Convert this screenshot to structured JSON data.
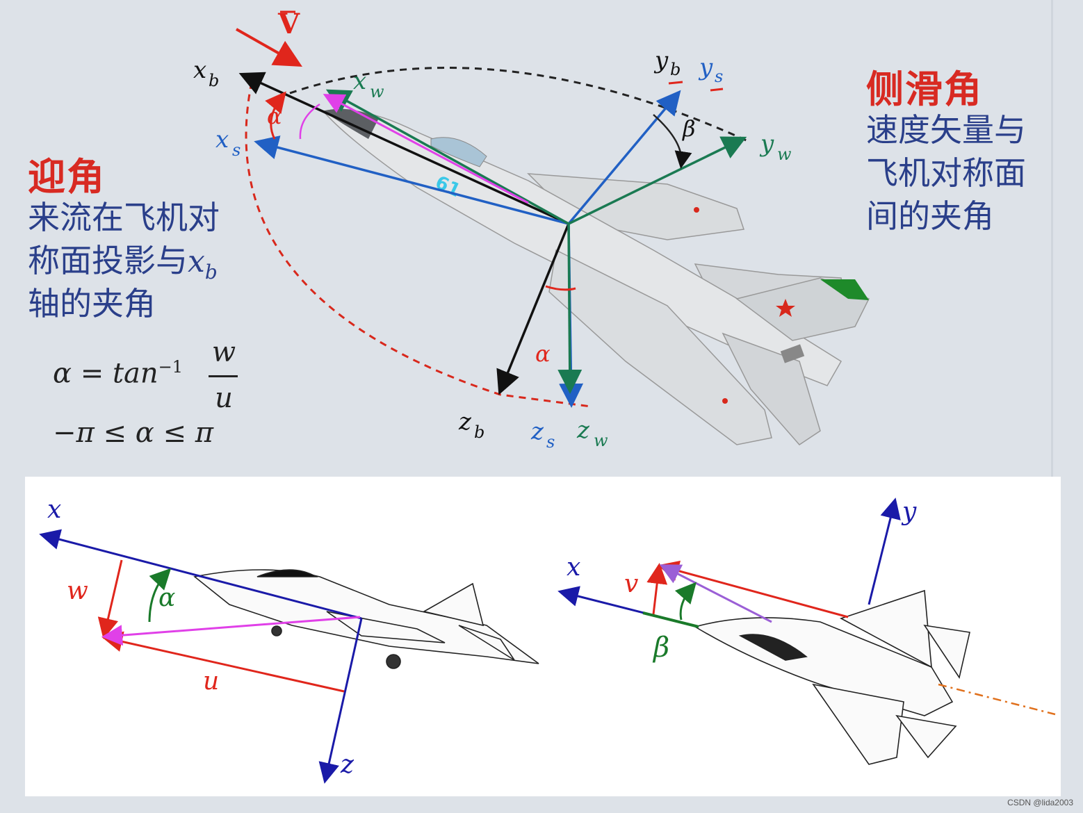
{
  "left_text": {
    "title": "迎角",
    "lines": [
      "来流在飞机对",
      "称面投影与",
      "轴的夹角"
    ],
    "xb_inline": "x",
    "xb_sub": "b"
  },
  "right_text": {
    "title": "侧滑角",
    "lines": [
      "速度矢量与",
      "飞机对称面",
      "间的夹角"
    ]
  },
  "formula": {
    "lhs": "α = tan",
    "exp": "−1",
    "num": "w",
    "den": "u",
    "range": "−π ≤ α ≤ π"
  },
  "top_labels": {
    "V": "V",
    "xb": "x",
    "xb_sub": "b",
    "xw": "x",
    "xw_sub": "w",
    "xs": "x",
    "xs_sub": "s",
    "yb": "y",
    "yb_sub": "b",
    "ys": "y",
    "ys_sub": "s",
    "yw": "y",
    "yw_sub": "w",
    "zb": "z",
    "zb_sub": "b",
    "zs": "z",
    "zs_sub": "s",
    "zw": "z",
    "zw_sub": "w",
    "alpha": "α",
    "alpha2": "α",
    "beta": "β",
    "tail_num": "61"
  },
  "bottom_left": {
    "x": "x",
    "z": "z",
    "w": "w",
    "u": "u",
    "alpha": "α"
  },
  "bottom_right": {
    "x": "x",
    "y": "y",
    "v": "v",
    "beta": "β"
  },
  "credit": "CSDN @lida2003",
  "colors": {
    "red": "#e0261c",
    "blue": "#2160c4",
    "green": "#1a7a52",
    "black": "#111111",
    "pink": "#e040e8",
    "purple": "#9b5fd6",
    "navy": "#1a1aa8",
    "orange": "#e0701c",
    "text_blue": "#2a3f8a"
  }
}
